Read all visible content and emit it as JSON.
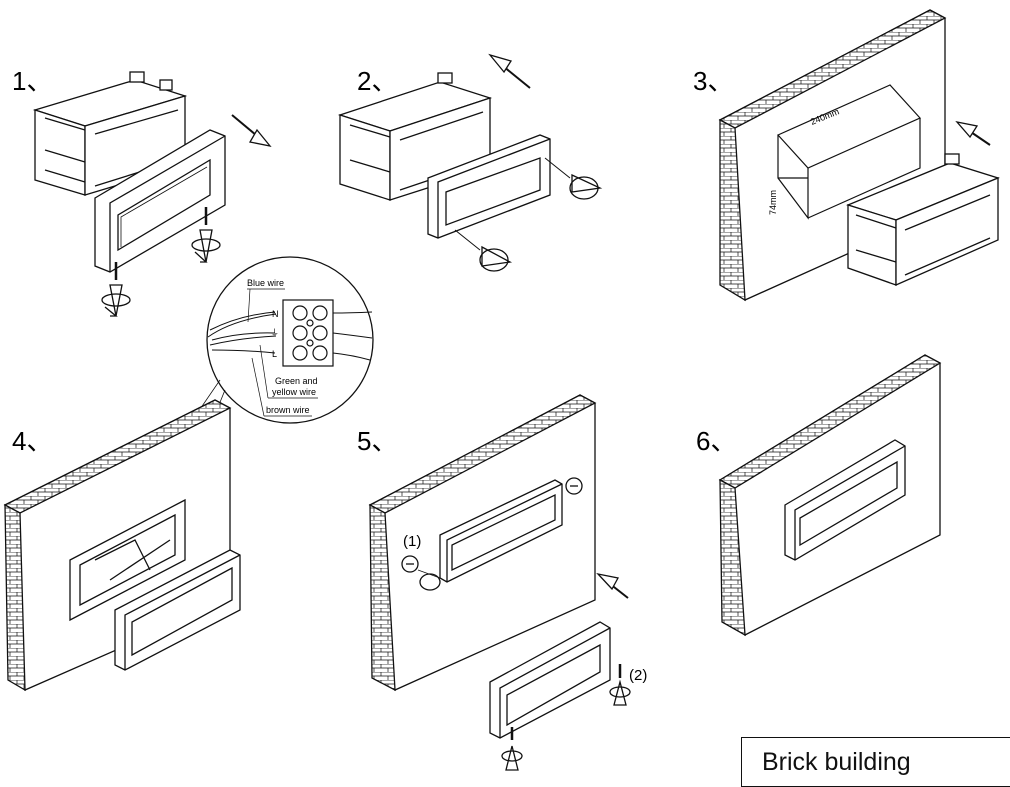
{
  "steps": [
    {
      "number": "1"
    },
    {
      "number": "2"
    },
    {
      "number": "3"
    },
    {
      "number": "4"
    },
    {
      "number": "5"
    },
    {
      "number": "6"
    }
  ],
  "step_suffix": "、",
  "wiring": {
    "blue": "Blue wire",
    "green_yellow_1": "Green and",
    "green_yellow_2": "yellow wire",
    "brown": "brown wire",
    "terminal_n": "N",
    "terminal_l": "L"
  },
  "dimensions": {
    "width": "240mm",
    "height": "74mm"
  },
  "step5_marks": {
    "first": "(1)",
    "second": "(2)"
  },
  "caption": "Brick building",
  "colors": {
    "line": "#111111",
    "fill": "#ffffff",
    "shade": "#555555"
  }
}
